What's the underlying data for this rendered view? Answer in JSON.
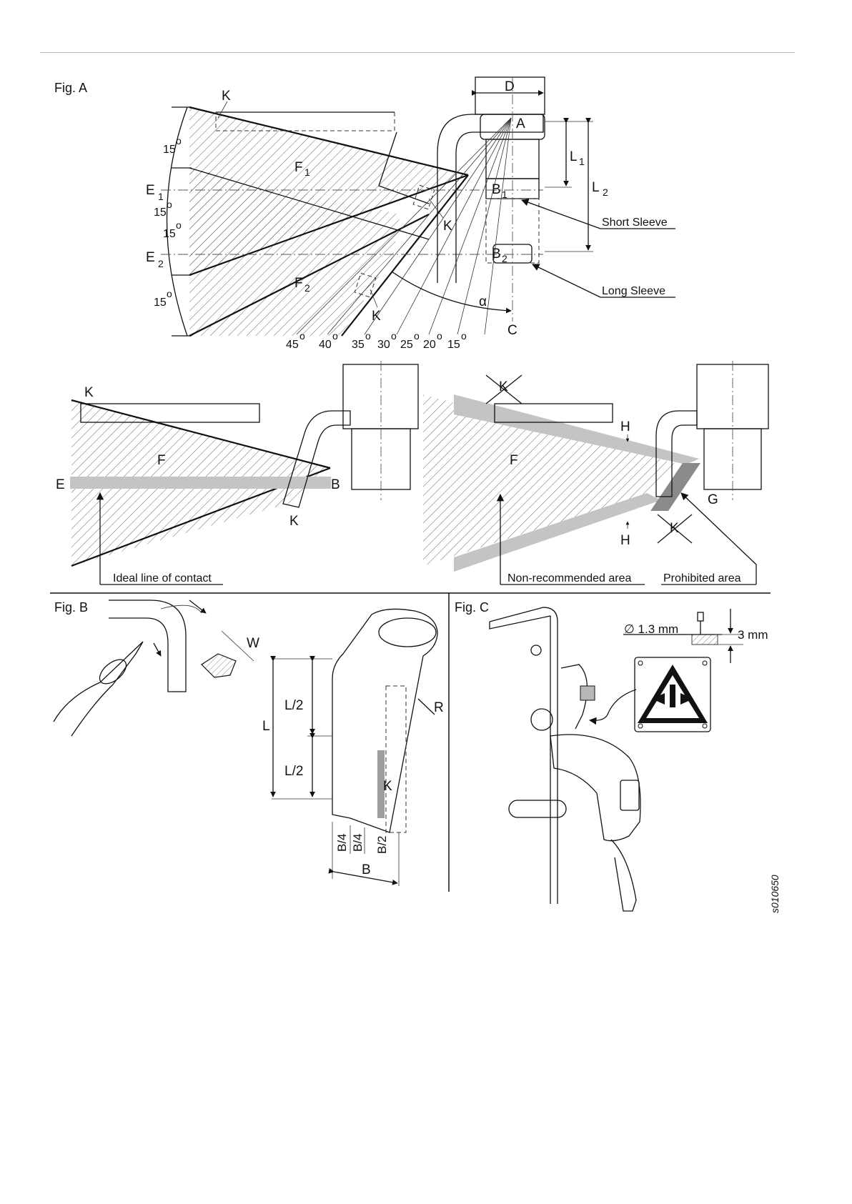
{
  "figure_a": {
    "title": "Fig. A",
    "labels": {
      "k": "K",
      "d": "D",
      "a": "A",
      "l1": "L",
      "l1_sub": "1",
      "l2": "L",
      "l2_sub": "2",
      "f1": "F",
      "f1_sub": "1",
      "f2": "F",
      "f2_sub": "2",
      "e1": "E",
      "e1_sub": "1",
      "e2": "E",
      "e2_sub": "2",
      "b1": "B",
      "b1_sub": "1",
      "b2": "B",
      "b2_sub": "2",
      "alpha": "α",
      "c": "C",
      "short_sleeve": "Short Sleeve",
      "long_sleeve": "Long Sleeve"
    },
    "angle_labels_left": [
      "15",
      "15",
      "15",
      "15"
    ],
    "angle_labels_bottom": [
      "45",
      "40",
      "35",
      "30",
      "25",
      "20",
      "15"
    ],
    "degree_mark": "o"
  },
  "contact_left": {
    "k_top": "K",
    "f": "F",
    "e": "E",
    "b": "B",
    "k_bottom": "K",
    "ideal_line": "Ideal line of contact"
  },
  "contact_right": {
    "k_top": "K",
    "h_top": "H",
    "f": "F",
    "g": "G",
    "k_bottom": "K",
    "h_bottom": "H",
    "non_recommended": "Non-recommended area",
    "prohibited": "Prohibited area"
  },
  "figure_b": {
    "title": "Fig. B",
    "w": "W",
    "r": "R",
    "l": "L",
    "l_half_top": "L/2",
    "l_half_bottom": "L/2",
    "k": "K",
    "b4_a": "B/4",
    "b4_b": "B/4",
    "b2": "B/2",
    "b": "B"
  },
  "figure_c": {
    "title": "Fig. C",
    "diameter": "∅ 1.3 mm",
    "depth": "3 mm"
  },
  "document_code": "s010650",
  "colors": {
    "shade": "#c4c4c4",
    "shade_dark": "#8a8a8a",
    "rule": "#bdbdbd"
  }
}
